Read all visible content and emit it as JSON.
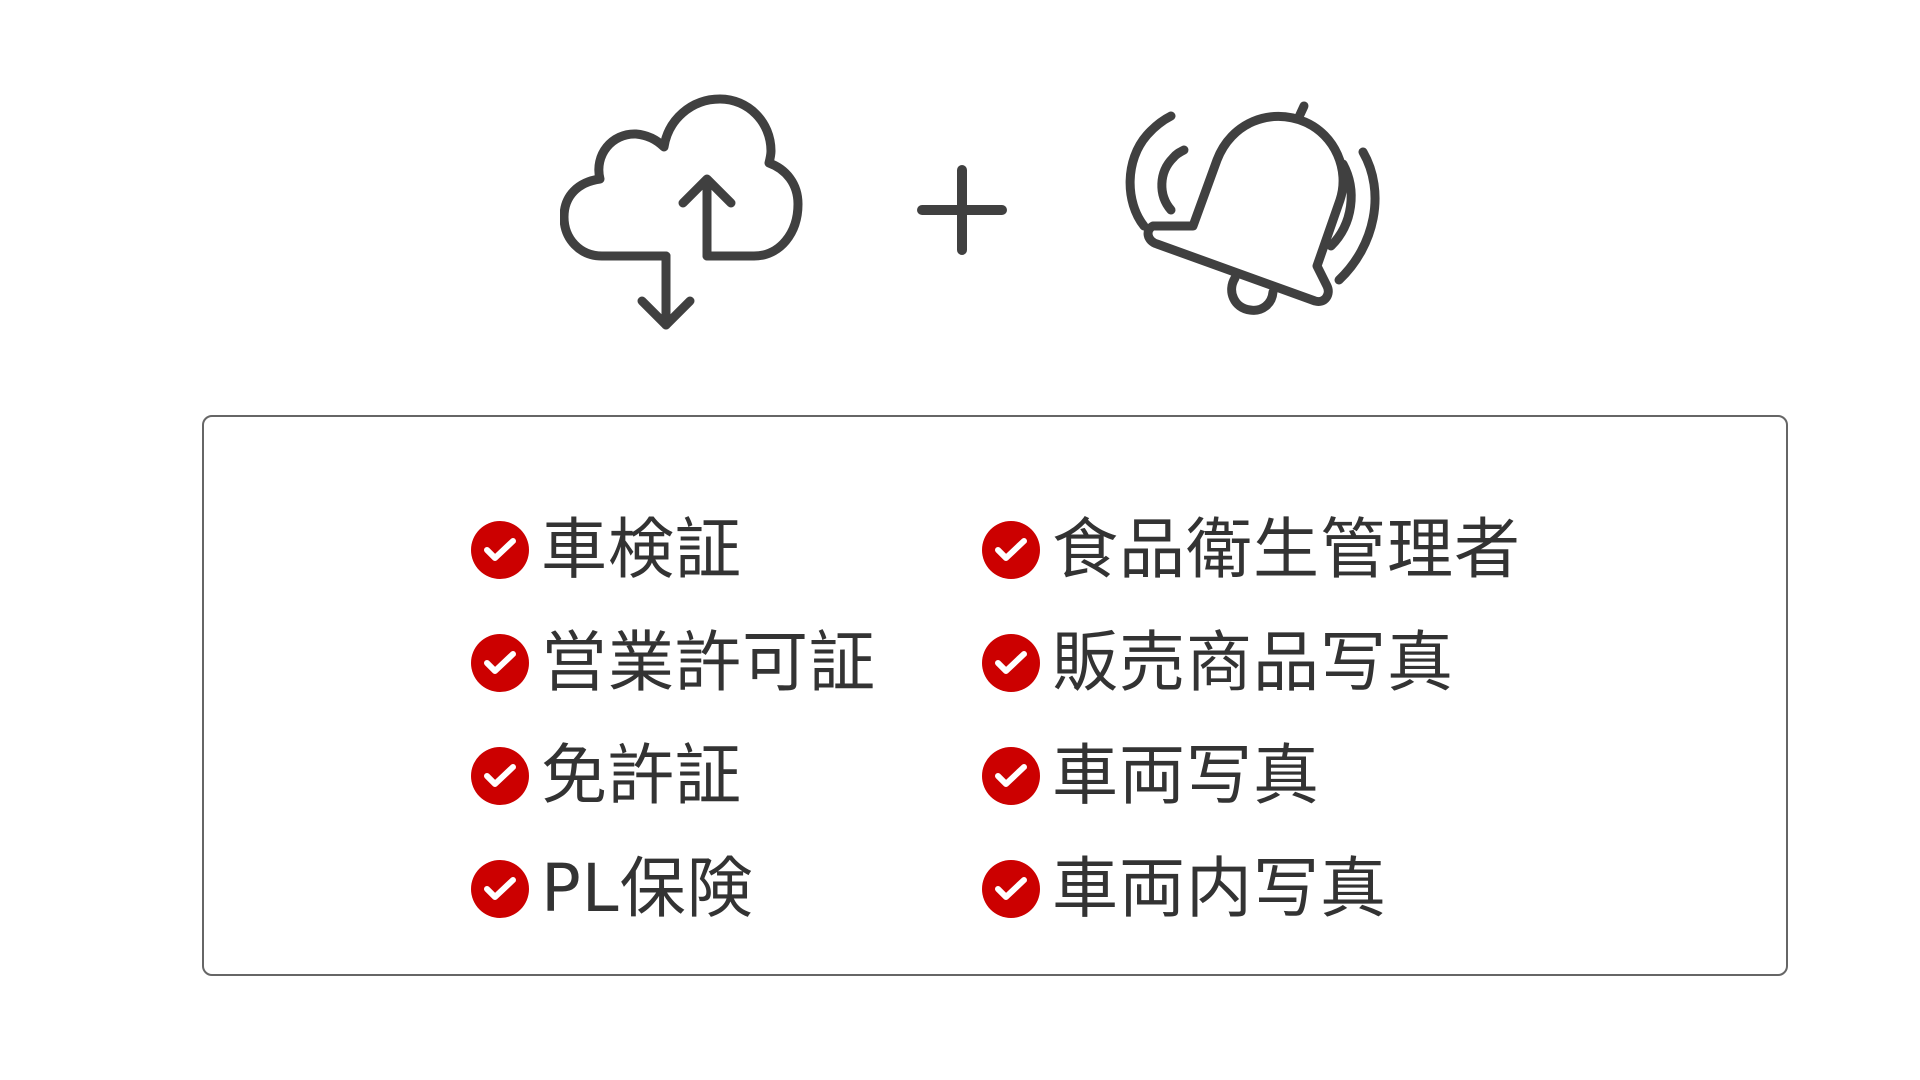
{
  "colors": {
    "icon_stroke": "#404040",
    "check_badge": "#cc0000",
    "check_mark": "#ffffff",
    "text": "#333333",
    "panel_border": "#666666"
  },
  "icons": {
    "left": "cloud-sync-icon",
    "center": "plus-icon",
    "right": "ringing-bell-icon"
  },
  "checklist": {
    "left_column": [
      {
        "label": "車検証",
        "checked": true
      },
      {
        "label": "営業許可証",
        "checked": true
      },
      {
        "label": "免許証",
        "checked": true
      },
      {
        "label": "PL保険",
        "checked": true
      }
    ],
    "right_column": [
      {
        "label": "食品衛生管理者",
        "checked": true
      },
      {
        "label": "販売商品写真",
        "checked": true
      },
      {
        "label": "車両写真",
        "checked": true
      },
      {
        "label": "車両内写真",
        "checked": true
      }
    ]
  }
}
